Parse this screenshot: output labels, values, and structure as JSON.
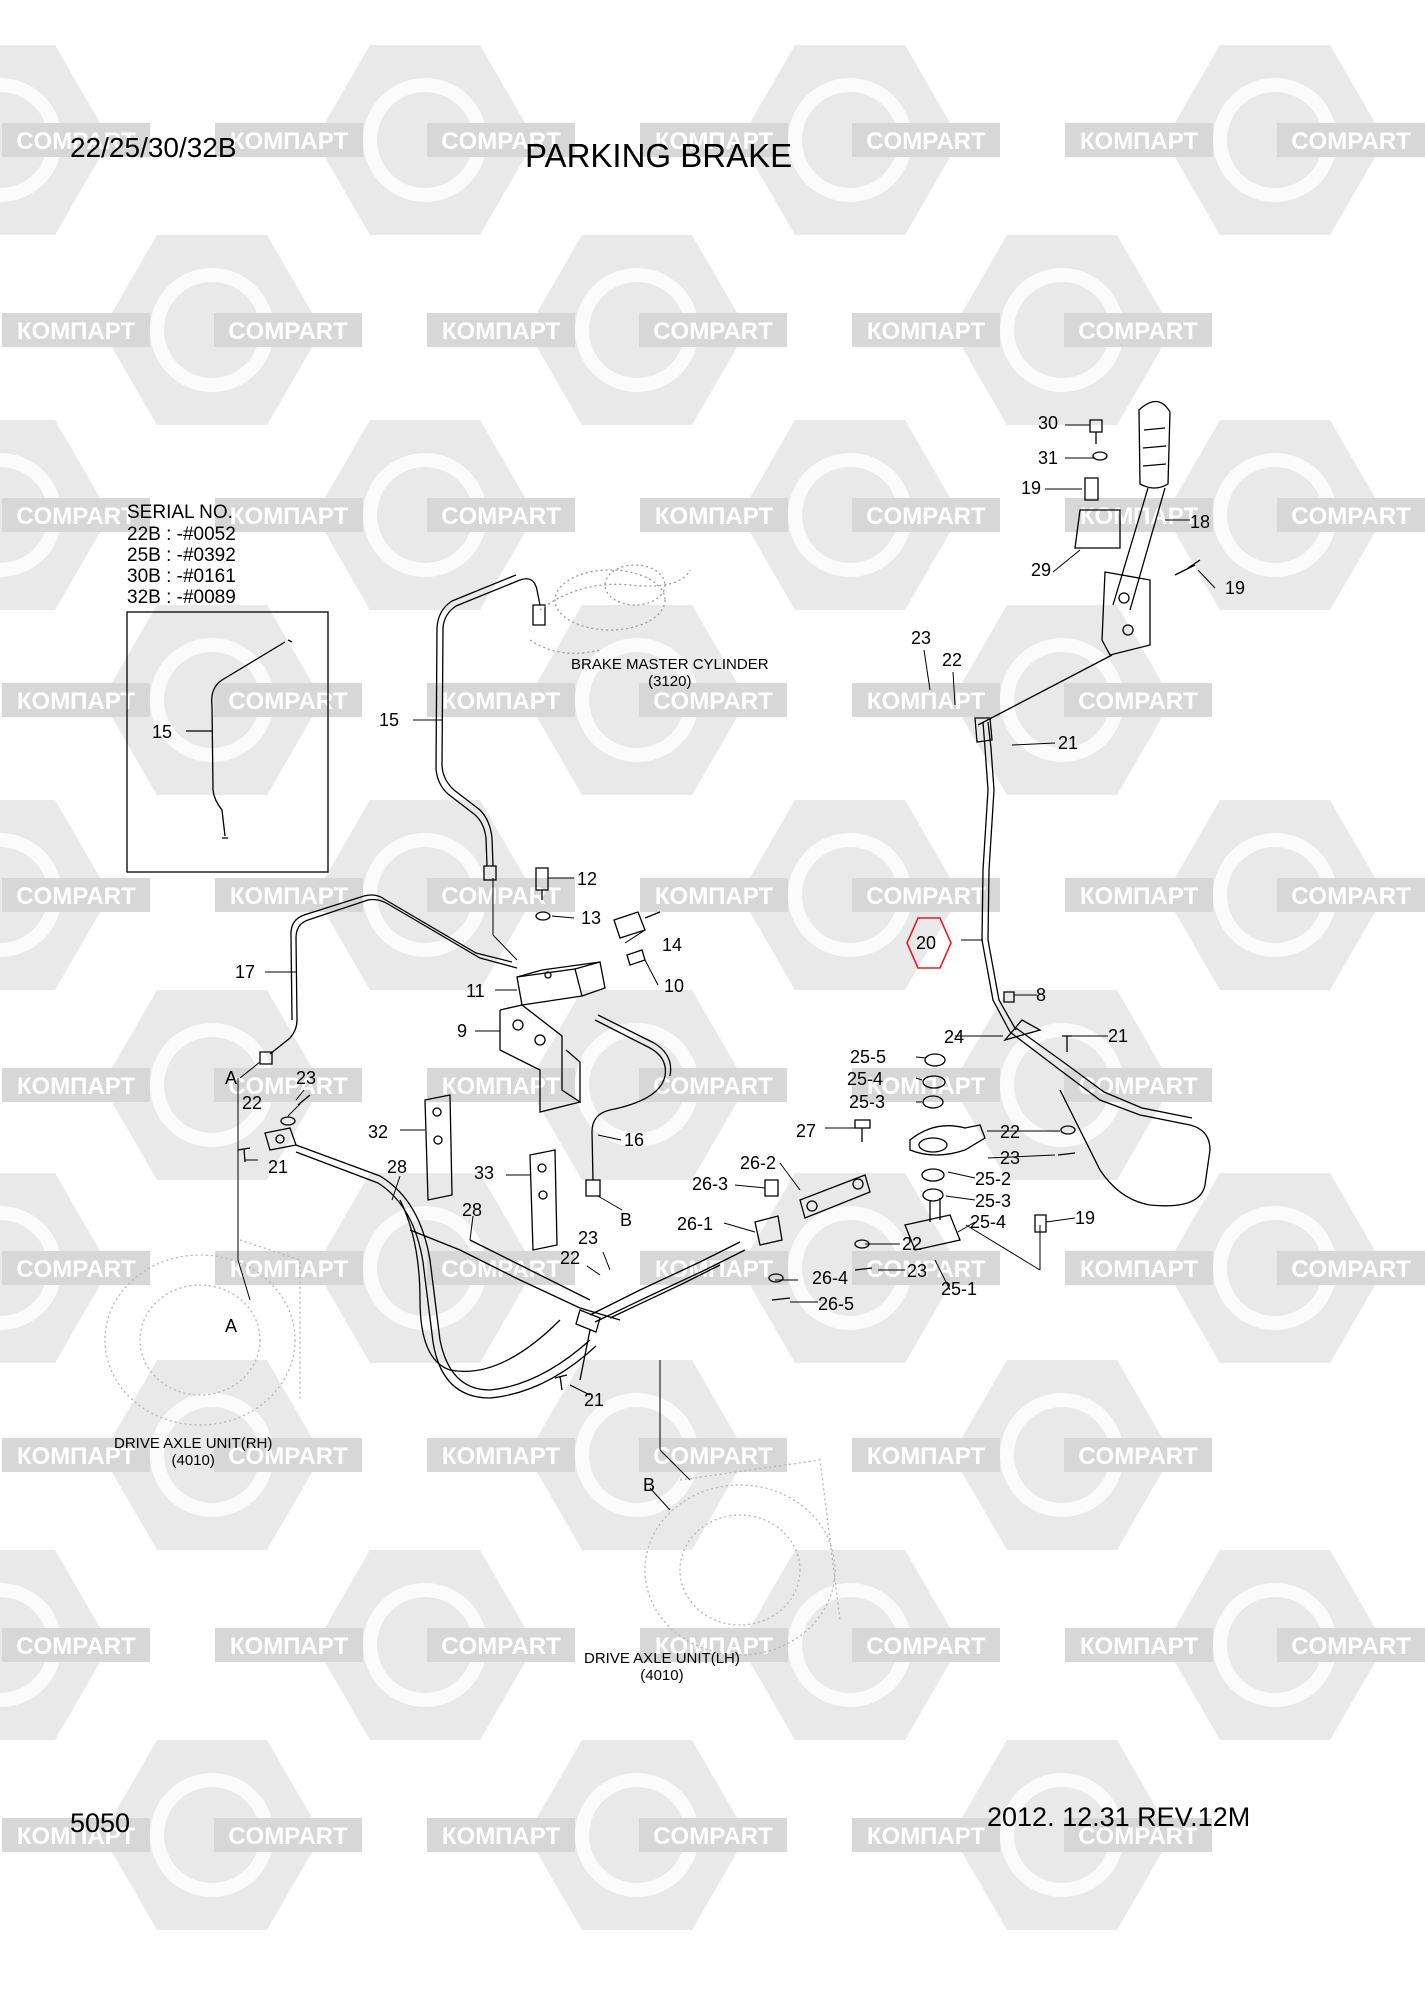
{
  "header": {
    "model": "22/25/30/32B",
    "title": "PARKING BRAKE"
  },
  "footer": {
    "page_number": "5050",
    "revision": "2012. 12.31  REV.12M"
  },
  "serial": {
    "heading": "SERIAL NO.",
    "lines": [
      "22B : -#0052",
      "25B : -#0392",
      "30B : -#0161",
      "32B : -#0089"
    ]
  },
  "watermark": {
    "cyrillic": "КОМПАРТ",
    "latin": "COMPART",
    "color": "#d7d7d7"
  },
  "references": {
    "master_cylinder": {
      "name": "BRAKE MASTER CYLINDER",
      "code": "(3120)"
    },
    "axle_rh": {
      "name": "DRIVE AXLE UNIT(RH)",
      "code": "(4010)"
    },
    "axle_lh": {
      "name": "DRIVE AXLE UNIT(LH)",
      "code": "(4010)"
    }
  },
  "highlight": {
    "part": "20",
    "color": "#e02020"
  },
  "callouts": [
    "30",
    "31",
    "19",
    "18",
    "29",
    "19",
    "23",
    "22",
    "21",
    "20",
    "8",
    "24",
    "21",
    "15",
    "15",
    "12",
    "13",
    "14",
    "10",
    "11",
    "17",
    "9",
    "16",
    "A",
    "B",
    "23",
    "22",
    "21",
    "32",
    "28",
    "33",
    "28",
    "23",
    "22",
    "21",
    "25-5",
    "25-4",
    "25-3",
    "27",
    "26-2",
    "26-3",
    "26-1",
    "25-2",
    "25-3",
    "25-4",
    "22",
    "23",
    "19",
    "22",
    "23",
    "26-4",
    "26-5",
    "25-1",
    "A",
    "B"
  ]
}
